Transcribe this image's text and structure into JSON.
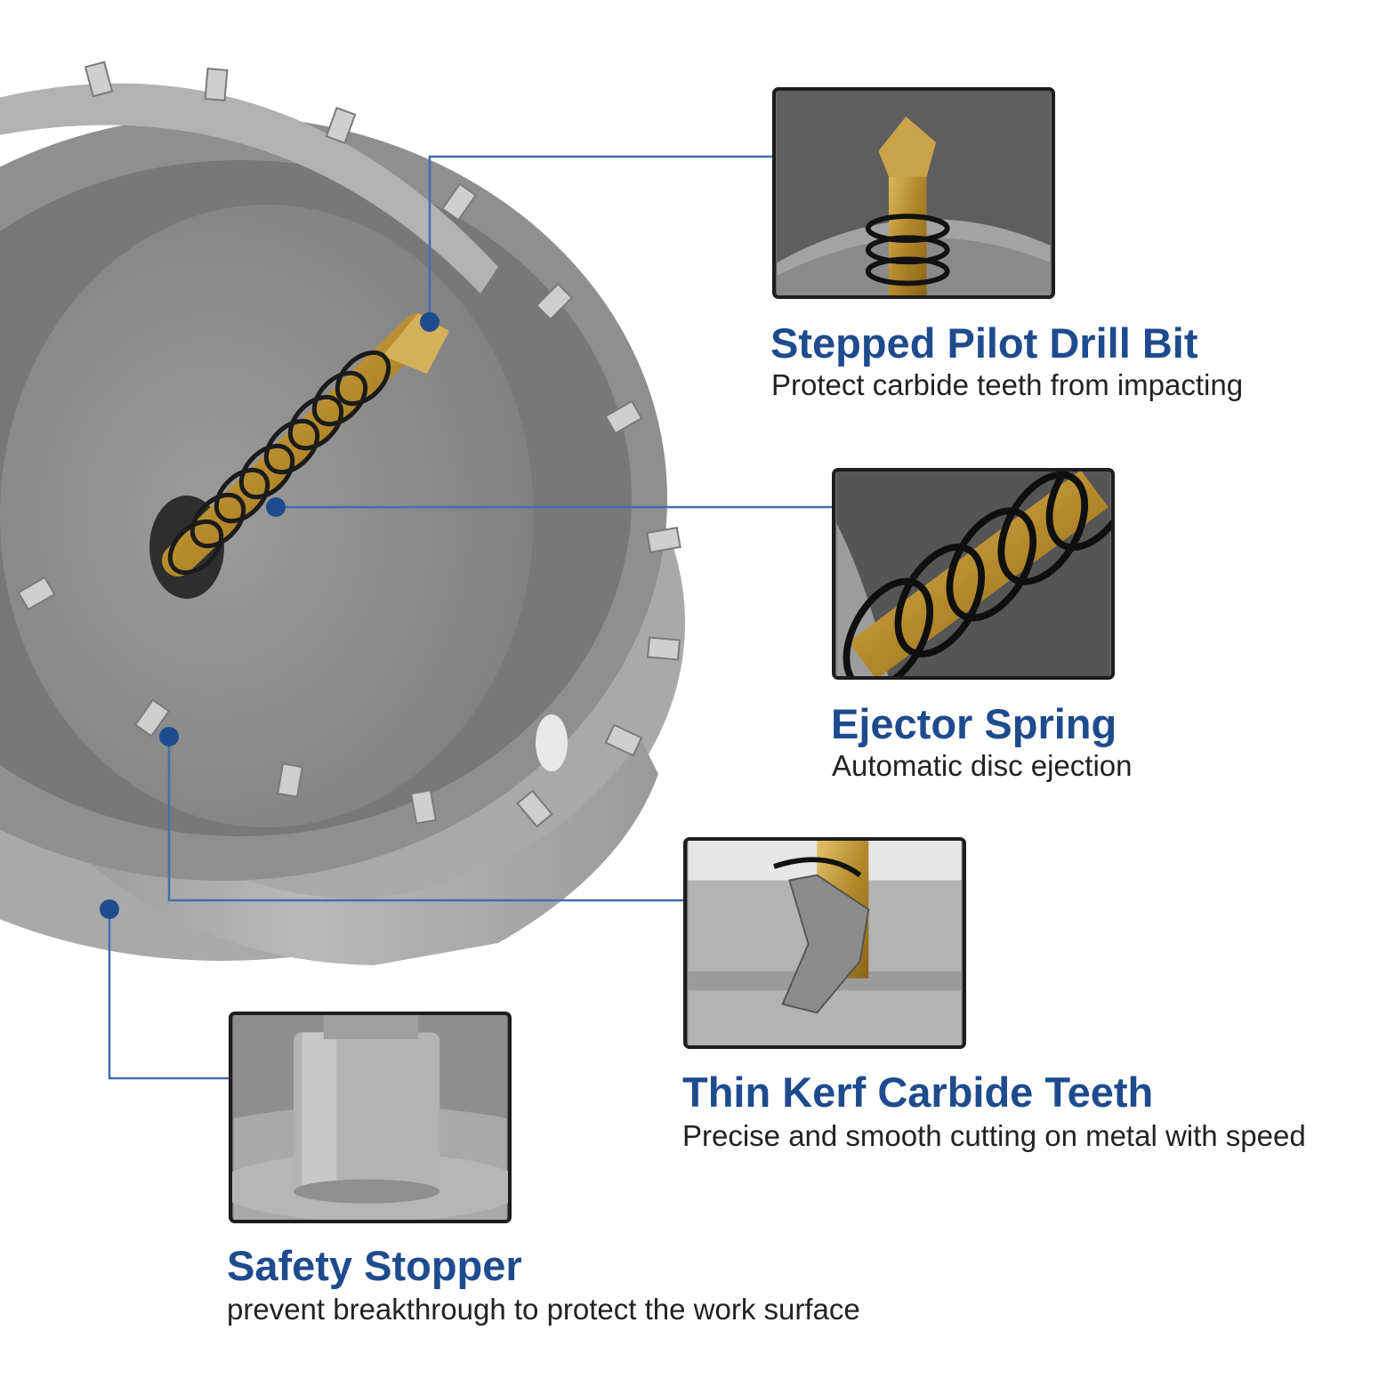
{
  "accent_color": "#1e4b8e",
  "features": [
    {
      "id": "pilot-drill",
      "title": "Stepped Pilot Drill Bit",
      "description": "Protect carbide teeth from impacting",
      "icon": "drill-bit-photo"
    },
    {
      "id": "ejector-spring",
      "title": "Ejector Spring",
      "description": "Automatic disc ejection",
      "icon": "spring-photo"
    },
    {
      "id": "carbide-teeth",
      "title": "Thin Kerf Carbide Teeth",
      "description": "Precise and smooth cutting on metal with speed",
      "icon": "carbide-tooth-photo"
    },
    {
      "id": "safety-stopper",
      "title": "Safety Stopper",
      "description": "prevent breakthrough to protect the work surface",
      "icon": "stopper-photo"
    }
  ]
}
